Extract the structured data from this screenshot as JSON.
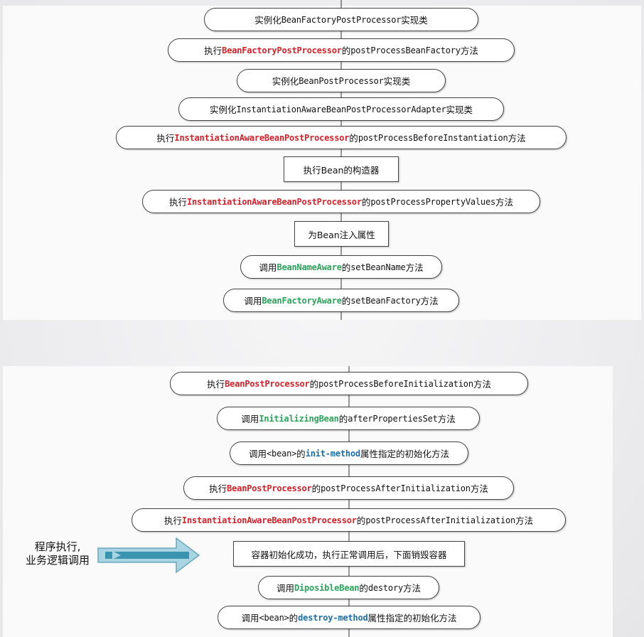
{
  "flow_top": [
    {
      "parts": [
        {
          "t": "实例化"
        },
        {
          "t": "BeanFactoryPostProcessor",
          "c": "mono"
        },
        {
          "t": "实现类"
        }
      ]
    },
    {
      "parts": [
        {
          "t": "执行"
        },
        {
          "t": "BeanFactoryPostProcessor",
          "c": "mono red"
        },
        {
          "t": "的"
        },
        {
          "t": "postProcessBeanFactory",
          "c": "mono"
        },
        {
          "t": "方法"
        }
      ]
    },
    {
      "parts": [
        {
          "t": "实例化"
        },
        {
          "t": "BeanPostProcessor",
          "c": "mono"
        },
        {
          "t": "实现类"
        }
      ]
    },
    {
      "parts": [
        {
          "t": "实例化"
        },
        {
          "t": "InstantiationAwareBeanPostProcessorAdapter",
          "c": "mono"
        },
        {
          "t": "实现类"
        }
      ]
    },
    {
      "parts": [
        {
          "t": "执行"
        },
        {
          "t": "InstantiationAwareBeanPostProcessor",
          "c": "mono red"
        },
        {
          "t": "的"
        },
        {
          "t": "postProcessBeforeInstantiation",
          "c": "mono"
        },
        {
          "t": "方法"
        }
      ]
    },
    {
      "parts": [
        {
          "t": "执行Bean的构造器"
        }
      ]
    },
    {
      "parts": [
        {
          "t": "执行"
        },
        {
          "t": "InstantiationAwareBeanPostProcessor",
          "c": "mono red"
        },
        {
          "t": "的"
        },
        {
          "t": "postProcessPropertyValues",
          "c": "mono"
        },
        {
          "t": "方法"
        }
      ]
    },
    {
      "parts": [
        {
          "t": "为Bean注入属性"
        }
      ]
    },
    {
      "parts": [
        {
          "t": "调用"
        },
        {
          "t": "BeanNameAware",
          "c": "mono green"
        },
        {
          "t": "的"
        },
        {
          "t": "setBeanName",
          "c": "mono"
        },
        {
          "t": "方法"
        }
      ]
    },
    {
      "parts": [
        {
          "t": "调用"
        },
        {
          "t": "BeanFactoryAware",
          "c": "mono green"
        },
        {
          "t": "的"
        },
        {
          "t": "setBeanFactory",
          "c": "mono"
        },
        {
          "t": "方法"
        }
      ]
    }
  ],
  "flow_bottom": [
    {
      "parts": [
        {
          "t": "执行"
        },
        {
          "t": "BeanPostProcessor",
          "c": "mono red"
        },
        {
          "t": "的"
        },
        {
          "t": "postProcessBeforeInitialization",
          "c": "mono"
        },
        {
          "t": "方法"
        }
      ]
    },
    {
      "parts": [
        {
          "t": "调用"
        },
        {
          "t": "InitializingBean",
          "c": "mono green"
        },
        {
          "t": "的"
        },
        {
          "t": "afterPropertiesSet",
          "c": "mono"
        },
        {
          "t": "方法"
        }
      ]
    },
    {
      "parts": [
        {
          "t": "调用"
        },
        {
          "t": "<bean>",
          "c": "mono"
        },
        {
          "t": "的"
        },
        {
          "t": "init-method",
          "c": "mono blue"
        },
        {
          "t": "属性指定的初始化方法"
        }
      ]
    },
    {
      "parts": [
        {
          "t": "执行"
        },
        {
          "t": "BeanPostProcessor",
          "c": "mono red"
        },
        {
          "t": "的"
        },
        {
          "t": "postProcessAfterInitialization",
          "c": "mono"
        },
        {
          "t": "方法"
        }
      ]
    },
    {
      "parts": [
        {
          "t": "执行"
        },
        {
          "t": "InstantiationAwareBeanPostProcessor",
          "c": "mono red"
        },
        {
          "t": "的"
        },
        {
          "t": "postProcessAfterInitialization",
          "c": "mono"
        },
        {
          "t": "方法"
        }
      ]
    },
    {
      "parts": [
        {
          "t": "容器初始化成功，执行正常调用后，下面销毁容器"
        }
      ]
    },
    {
      "parts": [
        {
          "t": "调用"
        },
        {
          "t": "DiposibleBean",
          "c": "mono green"
        },
        {
          "t": "的"
        },
        {
          "t": "destory",
          "c": "mono"
        },
        {
          "t": "方法"
        }
      ]
    },
    {
      "parts": [
        {
          "t": "调用"
        },
        {
          "t": "<bean>",
          "c": "mono"
        },
        {
          "t": "的"
        },
        {
          "t": "destroy-method",
          "c": "mono blue"
        },
        {
          "t": "属性指定的初始化方法"
        }
      ]
    }
  ],
  "side_note": {
    "line1": "程序执行,",
    "line2": "业务逻辑调用"
  },
  "colors": {
    "class_red": "#d8202a",
    "interface_green": "#2aa45a",
    "attribute_blue": "#1b6fa8",
    "arrow_fill": "#a9d4e2",
    "arrow_shaft": "#3a94b0"
  },
  "icons": {
    "side_arrow": "right-arrow-icon"
  }
}
